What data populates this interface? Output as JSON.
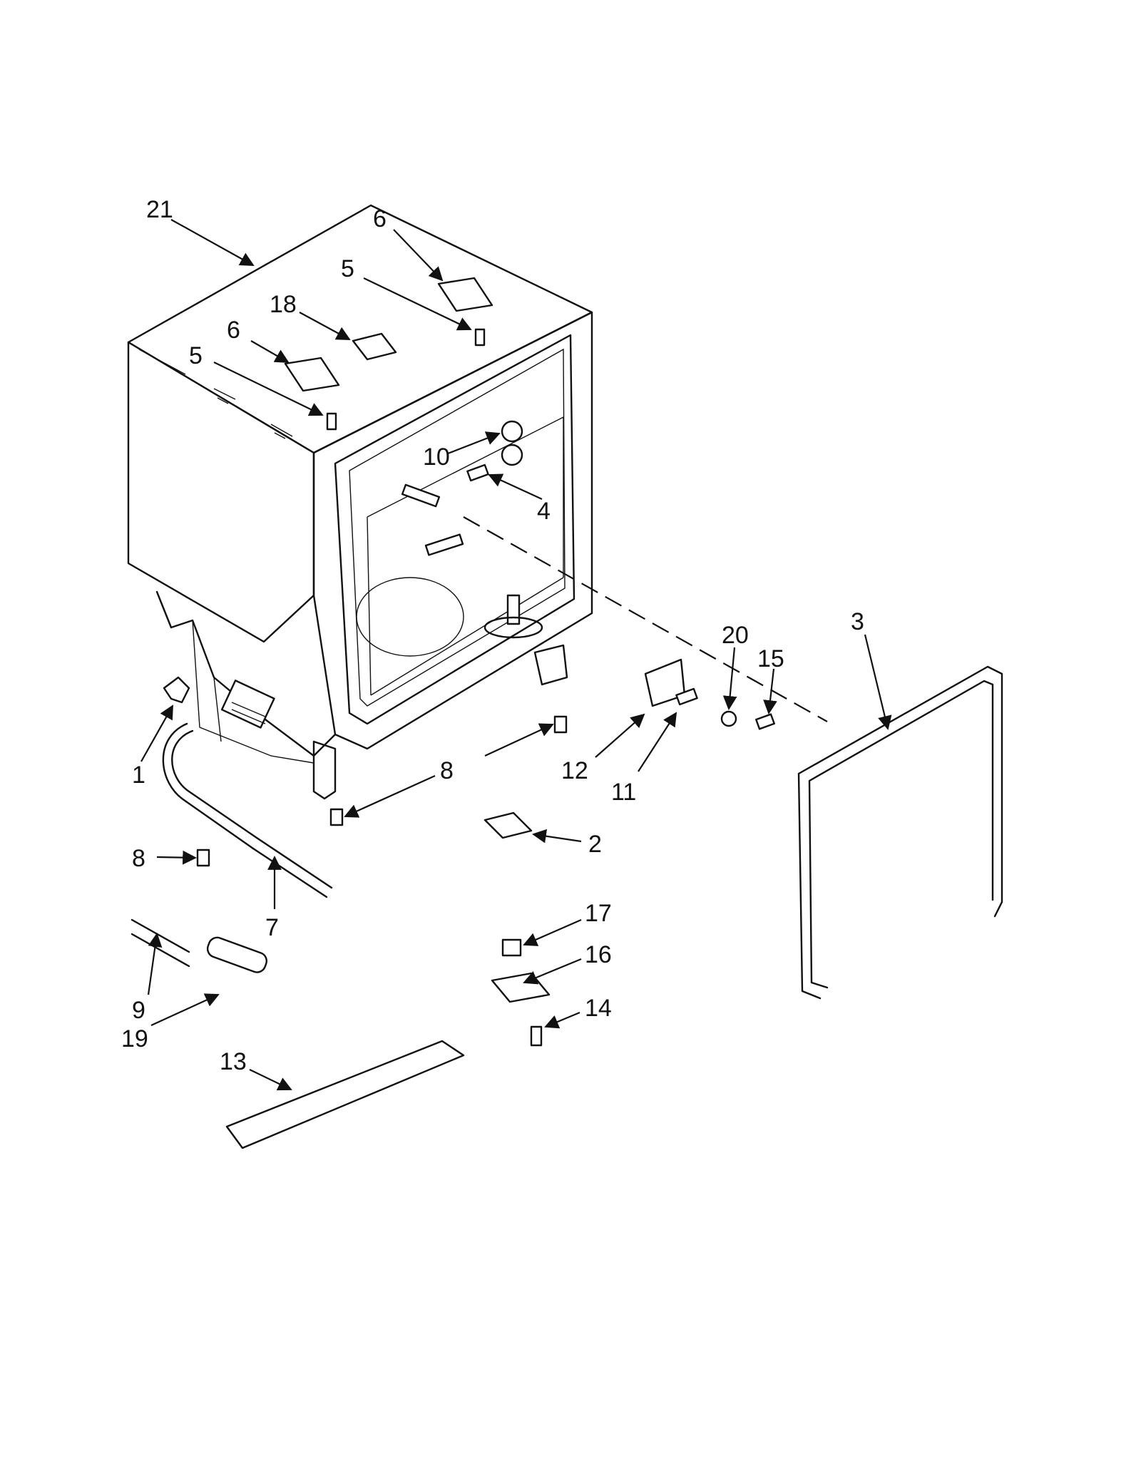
{
  "diagram": {
    "callouts": [
      "21",
      "6",
      "5",
      "18",
      "6",
      "5",
      "10",
      "4",
      "20",
      "15",
      "3",
      "1",
      "8",
      "12",
      "11",
      "2",
      "8",
      "7",
      "17",
      "16",
      "9",
      "14",
      "19",
      "13"
    ]
  },
  "icons": [
    "arrow-head"
  ]
}
